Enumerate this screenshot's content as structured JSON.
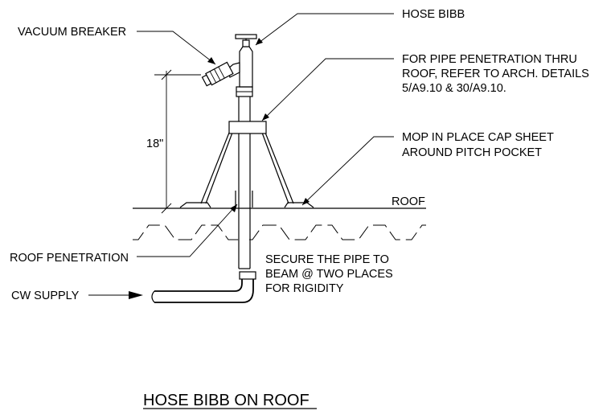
{
  "labels": {
    "hose_bibb": "HOSE BIBB",
    "vacuum_breaker": "VACUUM BREAKER",
    "pipe_penetration_1": "FOR PIPE PENETRATION THRU",
    "pipe_penetration_2": "ROOF, REFER TO ARCH. DETAILS",
    "pipe_penetration_3": "5/A9.10 & 30/A9.10.",
    "mop_1": "MOP IN PLACE CAP SHEET",
    "mop_2": "AROUND PITCH POCKET",
    "dimension": "18\"",
    "roof": "ROOF",
    "roof_penetration": "ROOF PENETRATION",
    "secure_1": "SECURE THE PIPE TO",
    "secure_2": "BEAM @ TWO PLACES",
    "secure_3": "FOR RIGIDITY",
    "cw_supply": "CW SUPPLY"
  },
  "title": "HOSE BIBB ON ROOF"
}
